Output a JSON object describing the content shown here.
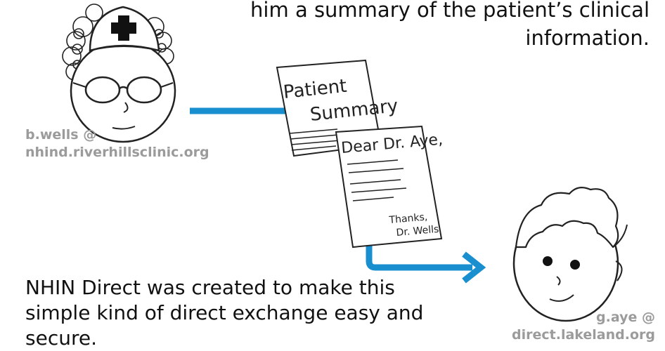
{
  "top_caption": "him a summary of the patient’s clinical information.",
  "bottom_caption": "NHIN Direct was created to make this simple kind of direct exchange easy and secure.",
  "sender": {
    "address_line1": "b.wells @",
    "address_line2": "nhind.riverhillsclinic.org"
  },
  "recipient": {
    "address_line1": "g.aye @",
    "address_line2": "direct.lakeland.org"
  },
  "documents": {
    "summary_title_line1": "Patient",
    "summary_title_line2": "Summary",
    "letter_greeting": "Dear Dr. Aye,",
    "letter_closing_line1": "Thanks,",
    "letter_closing_line2": "Dr. Wells"
  },
  "colors": {
    "flow_line": "#1a8fd0",
    "address_text": "#9b9b9b"
  }
}
